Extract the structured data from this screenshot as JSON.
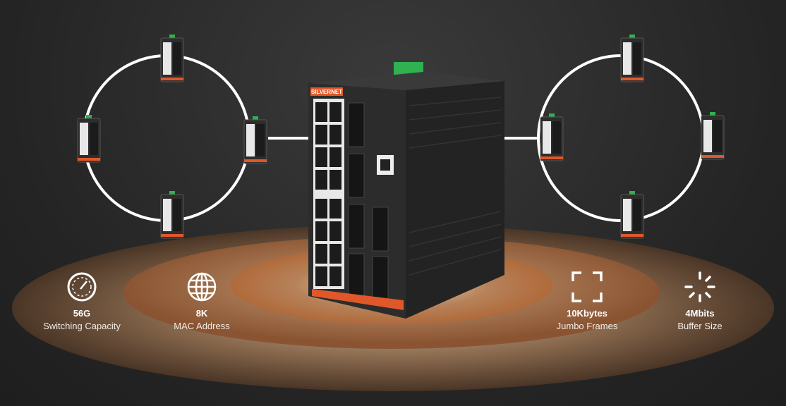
{
  "brand": "SILVERNET",
  "colors": {
    "accent": "#e0582a",
    "ring": "#ffffff",
    "terminal": "#2fb24f",
    "glow": "#b0653a"
  },
  "features": [
    {
      "value": "56G",
      "label": "Switching Capacity",
      "icon": "speedometer-icon"
    },
    {
      "value": "8K",
      "label": "MAC Address",
      "icon": "globe-icon"
    },
    {
      "value": "10Kbytes",
      "label": "Jumbo Frames",
      "icon": "frame-corners-icon"
    },
    {
      "value": "4Mbits",
      "label": "Buffer Size",
      "icon": "loading-spinner-icon"
    }
  ]
}
